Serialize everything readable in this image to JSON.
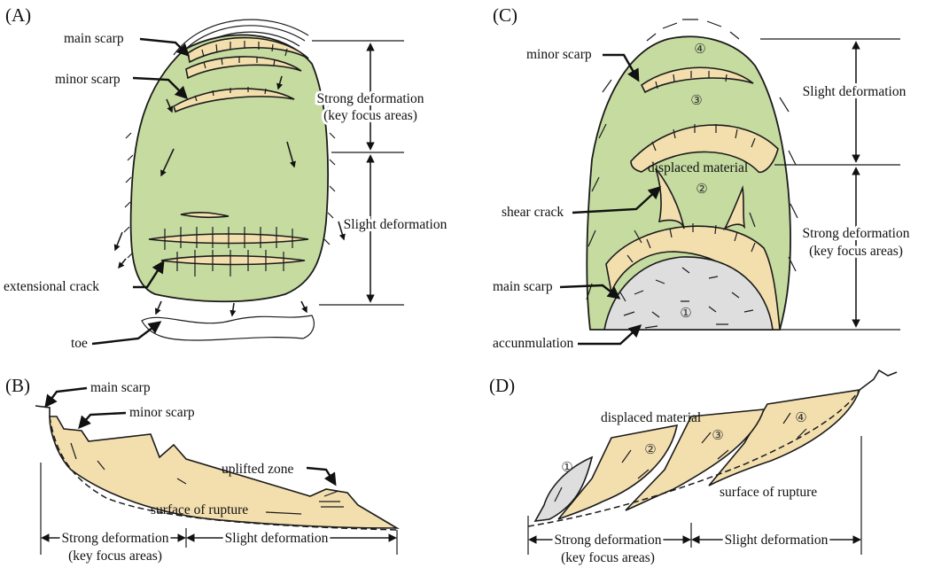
{
  "panels": {
    "A": {
      "tag": "(A)",
      "labels": {
        "main_scarp": "main scarp",
        "minor_scarp": "minor scarp",
        "extensional_crack": "extensional crack",
        "toe": "toe",
        "strong_line1": "Strong deformation",
        "strong_line2": "(key focus areas)",
        "slight": "Slight deformation"
      }
    },
    "B": {
      "tag": "(B)",
      "labels": {
        "main_scarp": "main scarp",
        "minor_scarp": "minor scarp",
        "uplifted_zone": "uplifted zone",
        "surface_of_rupture": "surface of rupture",
        "strong_line1": "Strong deformation",
        "strong_line2": "(key focus areas)",
        "slight": "Slight deformation"
      }
    },
    "C": {
      "tag": "(C)",
      "labels": {
        "minor_scarp": "minor scarp",
        "displaced_material": "displaced material",
        "shear_crack": "shear crack",
        "main_scarp": "main scarp",
        "accumulation": "accunmulation",
        "slight": "Slight deformation",
        "strong_line1": "Strong deformation",
        "strong_line2": "(key focus areas)",
        "num1": "①",
        "num2": "②",
        "num3": "③",
        "num4": "④"
      }
    },
    "D": {
      "tag": "(D)",
      "labels": {
        "displaced_material": "displaced material",
        "surface_of_rupture": "surface of rupture",
        "strong_line1": "Strong deformation",
        "strong_line2": "(key focus areas)",
        "slight": "Slight deformation",
        "num1": "①",
        "num2": "②",
        "num3": "③",
        "num4": "④"
      }
    }
  },
  "colors": {
    "vegetation_green": "#c5dba0",
    "displaced_tan": "#f3dfae",
    "accumulation_grey": "#dedede"
  }
}
